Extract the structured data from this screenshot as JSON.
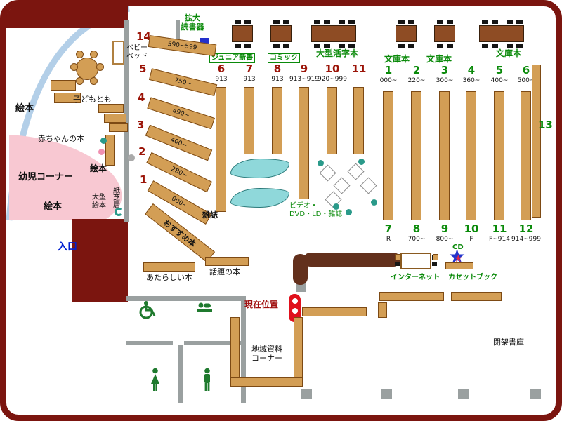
{
  "colors": {
    "frame": "#7b150f",
    "shelf_tan": "#d39e55",
    "accent_green": "#0a8a0a",
    "accent_red": "#9b1408",
    "accent_blue": "#0020d0",
    "cyan_rack": "#8fd8da",
    "pink_area": "#f8c8d2"
  },
  "top": {
    "magnifier_line1": "拡大",
    "magnifier_line2": "読書器",
    "junior": "ジュニア新書",
    "comic": "コミック",
    "large_print": "大型活字本",
    "bunko_a": "文庫本",
    "bunko_b": "文庫本",
    "bunko_c": "文庫本"
  },
  "children": {
    "baby_bed_line1": "ベビー",
    "baby_bed_line2": "ベッド",
    "kodomotomo": "子どもとも",
    "ehon_a": "絵本",
    "ehon_b": "絵本",
    "ehon_c": "絵本",
    "baby_books": "赤ちゃんの本",
    "infant_corner": "幼児コーナー",
    "big_ehon_line1": "大型",
    "big_ehon_line2": "絵本",
    "kamishibai": "紙芝居",
    "entrance": "入口",
    "recommended": "おすすめ本"
  },
  "fan": [
    {
      "num": "14",
      "range": "590~599"
    },
    {
      "num": "5",
      "range": "750~"
    },
    {
      "num": "4",
      "range": "490~"
    },
    {
      "num": "3",
      "range": "400~"
    },
    {
      "num": "2",
      "range": "280~"
    },
    {
      "num": "1",
      "range": "000~"
    }
  ],
  "stacks_red": [
    {
      "num": "6",
      "range": "913"
    },
    {
      "num": "7",
      "range": "913"
    },
    {
      "num": "8",
      "range": "913"
    },
    {
      "num": "9",
      "range": "913~919"
    },
    {
      "num": "10",
      "range": "920~999"
    },
    {
      "num": "11",
      "range": ""
    }
  ],
  "stacks_green_top": [
    {
      "num": "1",
      "range": "000~"
    },
    {
      "num": "2",
      "range": "220~"
    },
    {
      "num": "3",
      "range": "300~"
    },
    {
      "num": "4",
      "range": "360~"
    },
    {
      "num": "5",
      "range": "400~"
    },
    {
      "num": "6",
      "range": "500~"
    }
  ],
  "stacks_green_bottom": [
    {
      "num": "7",
      "range": "R"
    },
    {
      "num": "8",
      "range": "700~"
    },
    {
      "num": "9",
      "range": "800~"
    },
    {
      "num": "10",
      "range": "F"
    },
    {
      "num": "11",
      "range": "F~914"
    },
    {
      "num": "12",
      "range": "914~999"
    }
  ],
  "shelf13": "13",
  "center": {
    "magazines": "雑誌",
    "video_line1": "ビデオ・",
    "video_line2": "DVD・LD・雑誌"
  },
  "services": {
    "internet": "インターネット",
    "cd": "CD",
    "cassette": "カセットブック"
  },
  "bottom": {
    "new_books": "あたらしい本",
    "topic_books": "話題の本",
    "current_location": "現在位置",
    "local_line1": "地域資料",
    "local_line2": "コーナー",
    "closed_stacks": "閉架書庫"
  }
}
